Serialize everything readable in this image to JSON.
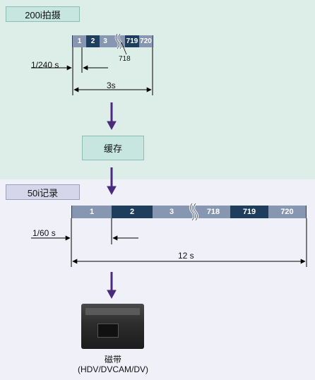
{
  "top_section": {
    "tab_label": "200i拍摄",
    "frames": [
      "1",
      "2",
      "3",
      "719",
      "720"
    ],
    "callout_label": "718",
    "frame_interval_label": "1/240 s",
    "duration_label": "3s"
  },
  "buffer_label": "缓存",
  "bottom_section": {
    "tab_label": "50i记录",
    "frames": [
      "1",
      "2",
      "3",
      "718",
      "719",
      "720"
    ],
    "frame_interval_label": "1/60 s",
    "duration_label": "12 s"
  },
  "tape": {
    "title": "磁带",
    "formats": "(HDV/DVCAM/DV)"
  },
  "colors": {
    "top_bg": "#ddeee9",
    "bottom_bg": "#f0f0f8",
    "frame_light": "#8897b1",
    "frame_dark": "#1f3d5c",
    "arrow": "#4a2a7a"
  }
}
